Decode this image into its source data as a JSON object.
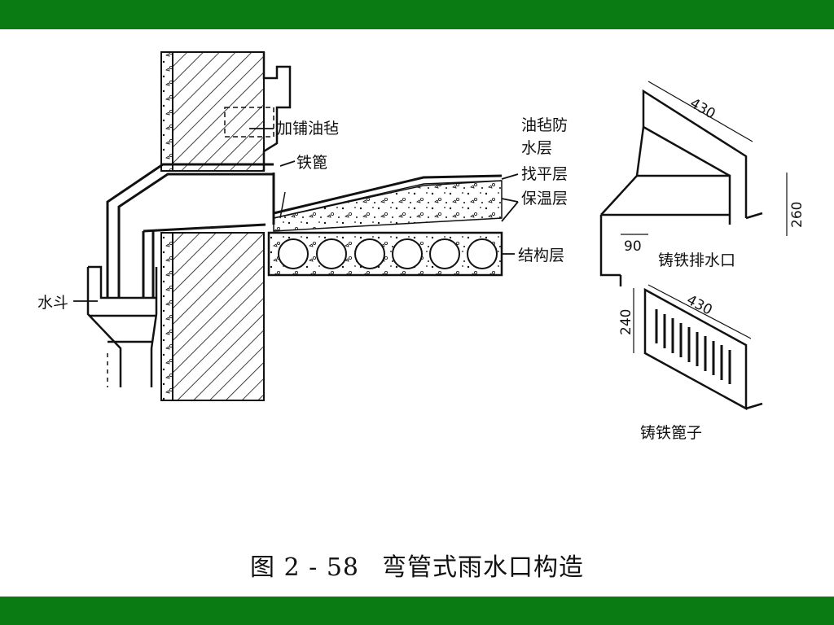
{
  "theme": {
    "band_color": "#0a7a12",
    "ink_color": "#111111"
  },
  "labels": {
    "extra_felt": "加铺油毡",
    "iron_grate": "铁篦",
    "felt_waterproof_1": "油毡防",
    "felt_waterproof_2": "水层",
    "leveling_layer": "找平层",
    "insulation_layer": "保温层",
    "structural_layer": "结构层",
    "water_hopper": "水斗",
    "cast_iron_outlet": "铸铁排水口",
    "cast_iron_grate": "铸铁篦子"
  },
  "dimensions": {
    "outlet_width": "430",
    "outlet_height": "260",
    "outlet_depth": "90",
    "grate_width": "430",
    "grate_height": "240"
  },
  "caption": {
    "figure_no": "图 2 - 58",
    "title": "弯管式雨水口构造"
  }
}
